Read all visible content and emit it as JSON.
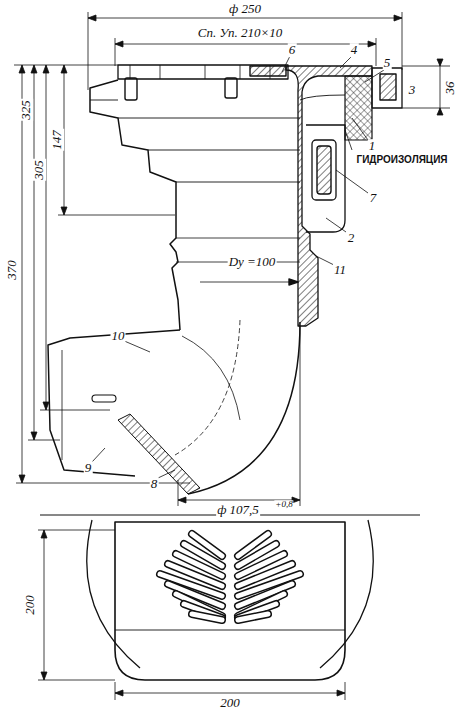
{
  "diagram": {
    "labels": [
      "ф 250",
      "Сп. Уп. 210×10",
      "6",
      "4",
      "5",
      "3",
      "1",
      "36",
      "ГИДРОИЗОЛЯЦИЯ",
      "7",
      "2",
      "11",
      "147",
      "370",
      "325",
      "305",
      "Dу =100",
      "10",
      "9",
      "8",
      "ф 107,5",
      "+0,8",
      "200",
      "200"
    ]
  }
}
